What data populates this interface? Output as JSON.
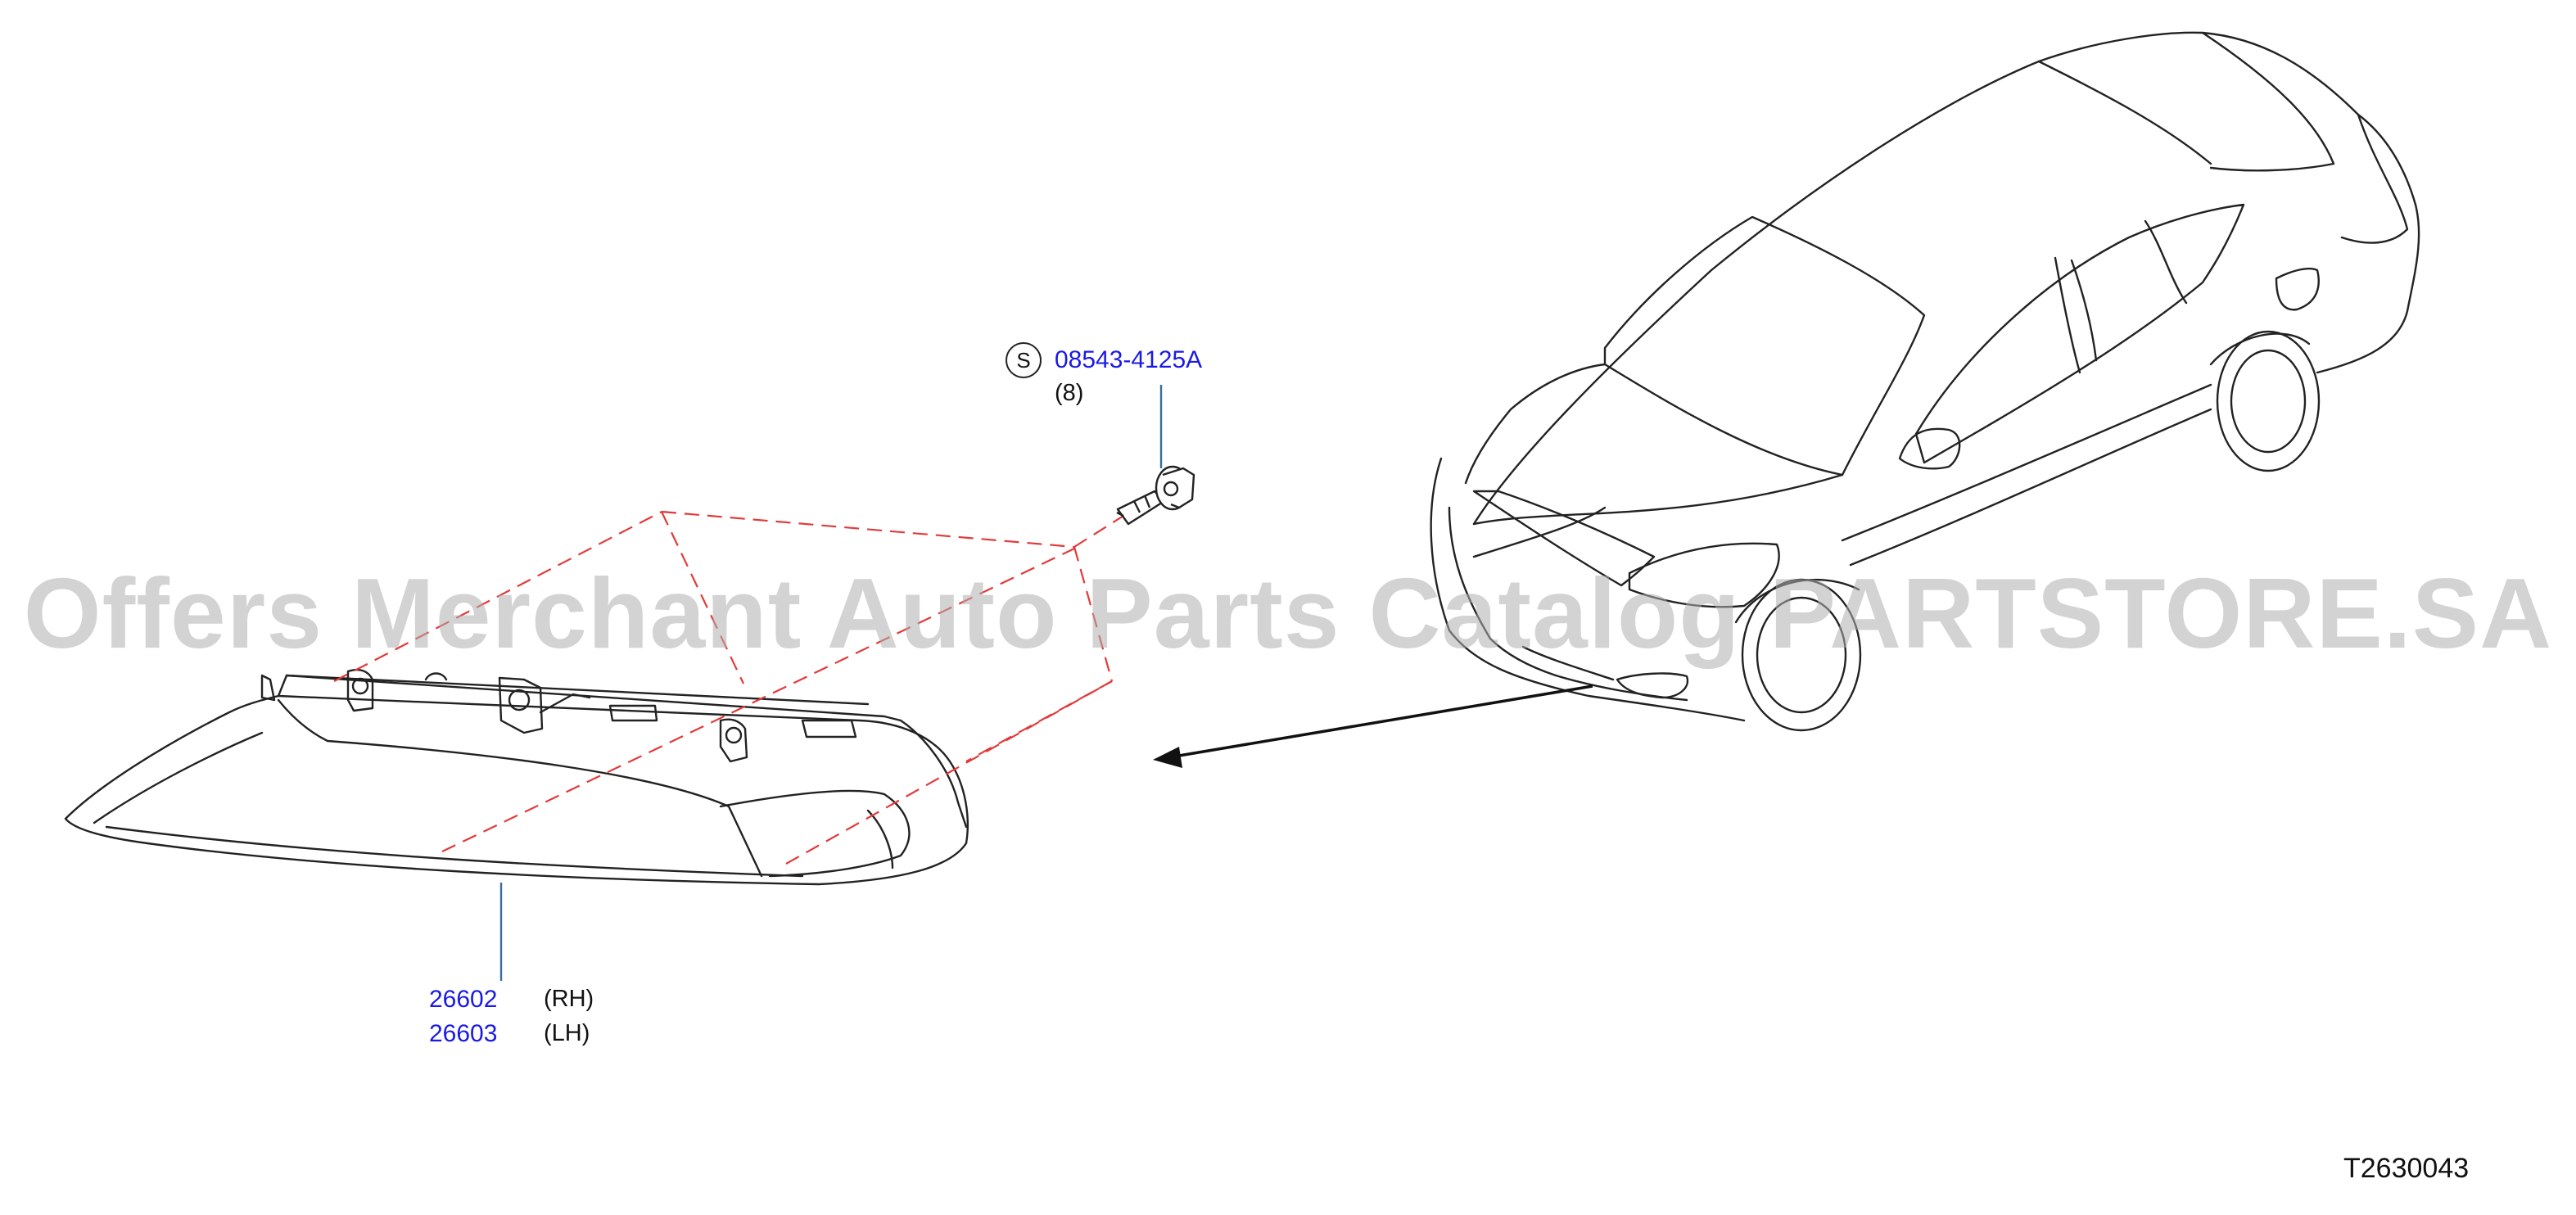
{
  "watermark": "Offers Merchant Auto Parts Catalog PARTSTORE.SA",
  "diagram_id": "T2630043",
  "callouts": {
    "bolt": {
      "badge": "S",
      "part_number": "08543-4125A",
      "quantity": "(8)"
    },
    "lamp_rh": {
      "part_number": "26602",
      "side": "(RH)"
    },
    "lamp_lh": {
      "part_number": "26603",
      "side": "(LH)"
    }
  },
  "colors": {
    "line": "#222222",
    "leader": "#3a6e9e",
    "dashed": "#e23a3a",
    "link": "#1a1ae6",
    "watermark": "#afafaf"
  }
}
